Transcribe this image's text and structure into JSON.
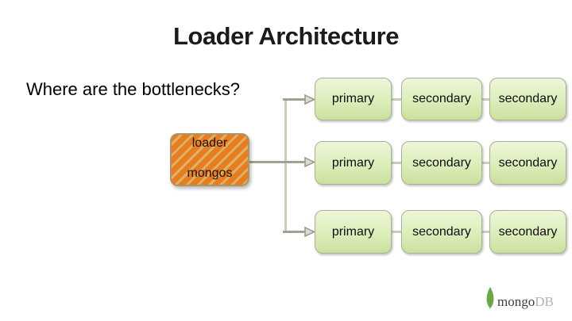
{
  "slide": {
    "title": "Loader Architecture",
    "subtitle": "Where are the bottlenecks?"
  },
  "loader_node": {
    "line1": "loader",
    "line2": "mongos"
  },
  "rows": [
    {
      "nodes": [
        "primary",
        "secondary",
        "secondary"
      ]
    },
    {
      "nodes": [
        "primary",
        "secondary",
        "secondary"
      ]
    },
    {
      "nodes": [
        "primary",
        "secondary",
        "secondary"
      ]
    }
  ],
  "logo": {
    "brand_dark": "mongo",
    "brand_light": "DB"
  },
  "colors": {
    "title_text": "#1b1b1b",
    "loader_stripe_orange": "#e97c1f",
    "loader_stripe_tan": "#d7b467",
    "loader_border": "#ae9465",
    "node_fill_top": "#edf6d8",
    "node_fill_bottom": "#cbe09e",
    "node_border": "#a9b09a",
    "arrow_gray": "#a0a196",
    "branch_line": "#c8cfb2",
    "logo_leaf_green": "#6aa843"
  }
}
